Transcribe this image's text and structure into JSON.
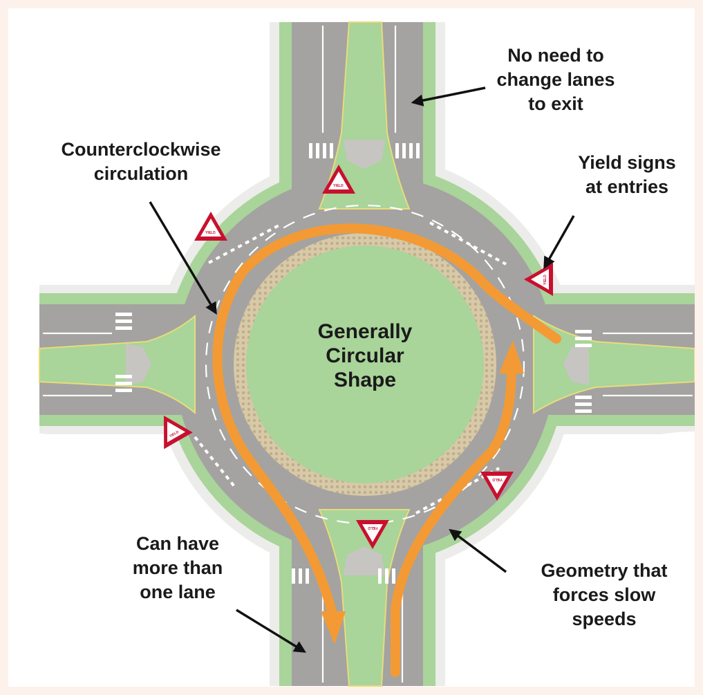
{
  "center_label": [
    "Generally",
    "Circular",
    "Shape"
  ],
  "callouts": {
    "lanes_exit": [
      "No need to",
      "change lanes",
      "to exit"
    ],
    "circulation": [
      "Counterclockwise",
      "circulation"
    ],
    "yield": [
      "Yield signs",
      "at entries"
    ],
    "multi_lane": [
      "Can have",
      "more than",
      "one lane"
    ],
    "geometry": [
      "Geometry that",
      "forces slow",
      "speeds"
    ]
  },
  "sign_text": "YIELD",
  "colors": {
    "background": "#fdf1eb",
    "road": "#a4a3a1",
    "grass": "#a9d49a",
    "curb": "#ececea",
    "path_arrow": "#f39a35",
    "yield_red": "#c8102e",
    "callout_arrow": "#111111"
  }
}
